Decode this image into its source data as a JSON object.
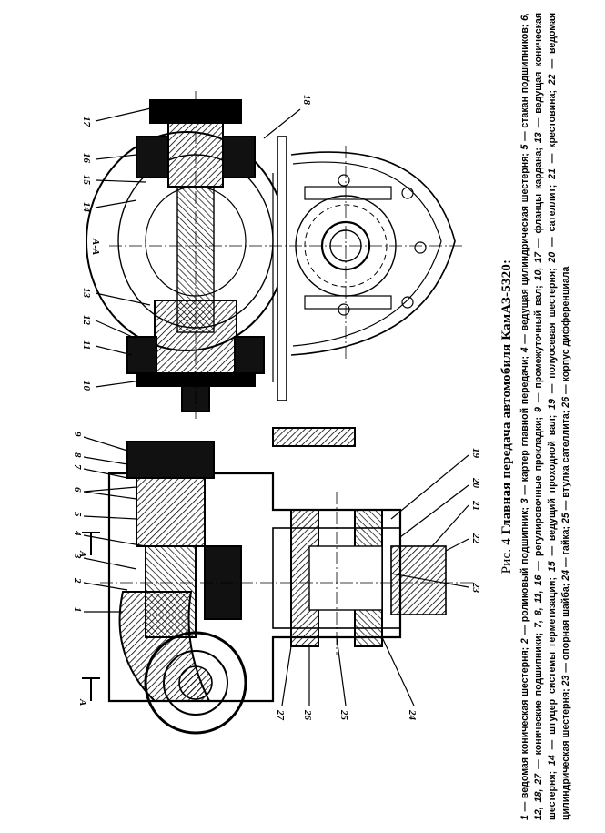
{
  "figure": {
    "number_label": "Рис. 4",
    "title": "Главная передача автомобиля КамАЗ-5320:",
    "section_label": "А-А",
    "section_markers": [
      "А",
      "А"
    ]
  },
  "legend": [
    {
      "num": "1",
      "text": "ведомая коническая шестерня"
    },
    {
      "num": "2",
      "text": "роликовый подшипник"
    },
    {
      "num": "3",
      "text": "картер главной передачи"
    },
    {
      "num": "4",
      "text": "ведущая цилиндрическая шестерня"
    },
    {
      "num": "5",
      "text": "стакан подшипников"
    },
    {
      "num": "6, 12, 18, 27",
      "text": "конические подшипники"
    },
    {
      "num": "7, 8, 11, 16",
      "text": "регулировочные прокладки"
    },
    {
      "num": "9",
      "text": "промежуточный вал"
    },
    {
      "num": "10, 17",
      "text": "фланцы кардана"
    },
    {
      "num": "13",
      "text": "ведущая коническая шестерня"
    },
    {
      "num": "14",
      "text": "штуцер системы герметизации"
    },
    {
      "num": "15",
      "text": "ведущий проходной вал"
    },
    {
      "num": "19",
      "text": "полуосевая шестерня"
    },
    {
      "num": "20",
      "text": "сателлит"
    },
    {
      "num": "21",
      "text": "крестовина"
    },
    {
      "num": "22",
      "text": "ведомая цилиндрическая шестерня"
    },
    {
      "num": "23",
      "text": "опорная шайба"
    },
    {
      "num": "24",
      "text": "гайка"
    },
    {
      "num": "25",
      "text": "втулка сателлита"
    },
    {
      "num": "26",
      "text": "корпус дифференциала"
    }
  ],
  "callouts": {
    "c1": "1",
    "c2": "2",
    "c3": "3",
    "c4": "4",
    "c5": "5",
    "c6": "6",
    "c7": "7",
    "c8": "8",
    "c9": "9",
    "c10": "10",
    "c11": "11",
    "c12": "12",
    "c13": "13",
    "c14": "14",
    "c15": "15",
    "c16": "16",
    "c17": "17",
    "c18": "18",
    "c19": "19",
    "c20": "20",
    "c21": "21",
    "c22": "22",
    "c23": "23",
    "c24": "24",
    "c25": "25",
    "c26": "26",
    "c27": "27"
  }
}
